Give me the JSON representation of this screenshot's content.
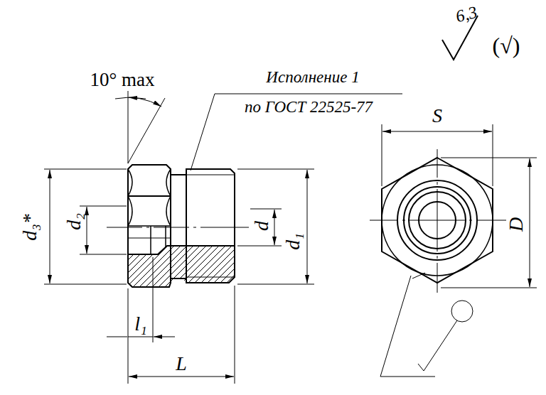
{
  "diagram": {
    "labels": [
      "10° max",
      "Исполнение 1",
      "по ГОСТ 22525-77",
      "6,3",
      "(√)",
      "d₃*",
      "d₂",
      "d",
      "d₁",
      "l₁",
      "L",
      "S",
      "D"
    ]
  }
}
